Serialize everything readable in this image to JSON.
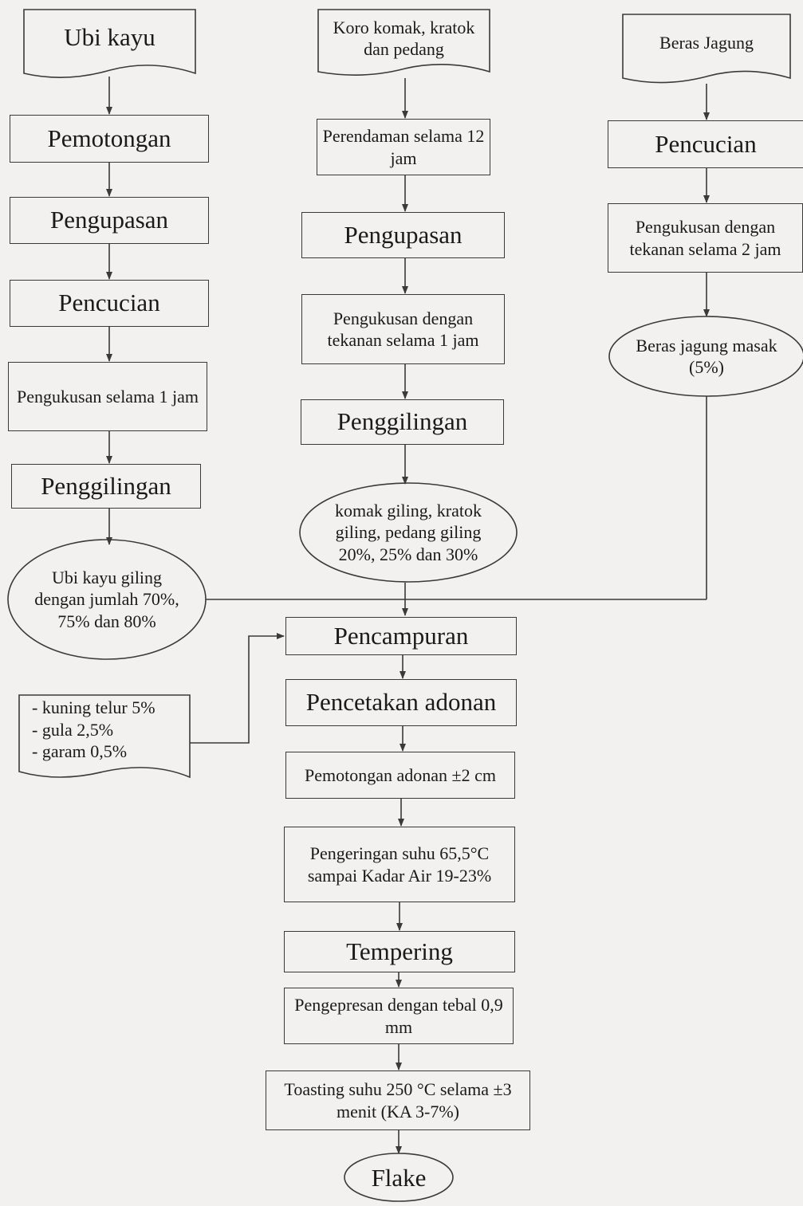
{
  "col1": {
    "start": "Ubi kayu",
    "s1": "Pemotongan",
    "s2": "Pengupasan",
    "s3": "Pencucian",
    "s4": "Pengukusan selama 1 jam",
    "s5": "Penggilingan",
    "result": "Ubi kayu giling dengan jumlah 70%, 75% dan 80%"
  },
  "col2": {
    "start": "Koro komak, kratok dan pedang",
    "s1": "Perendaman selama 12 jam",
    "s2": "Pengupasan",
    "s3": "Pengukusan dengan tekanan  selama 1 jam",
    "s4": "Penggilingan",
    "result": "komak giling, kratok giling, pedang giling 20%, 25% dan 30%"
  },
  "col3": {
    "start": "Beras Jagung",
    "s1": "Pencucian",
    "s2": "Pengukusan dengan tekanan  selama 2 jam",
    "result": "Beras jagung masak (5%)"
  },
  "additives": [
    "- kuning telur 5%",
    "- gula 2,5%",
    "- garam 0,5%"
  ],
  "main": {
    "mix": "Pencampuran",
    "mold": "Pencetakan adonan",
    "cut": "Pemotongan adonan ±2 cm",
    "dry": "Pengeringan suhu 65,5°C sampai Kadar Air 19-23%",
    "temper": "Tempering",
    "press": "Pengepresan dengan tebal 0,9 mm",
    "toast": "Toasting suhu 250 °C selama ±3 menit (KA 3-7%)",
    "end": "Flake"
  },
  "colors": {
    "line": "#3a3a3a",
    "background": "#f2f1ef"
  }
}
